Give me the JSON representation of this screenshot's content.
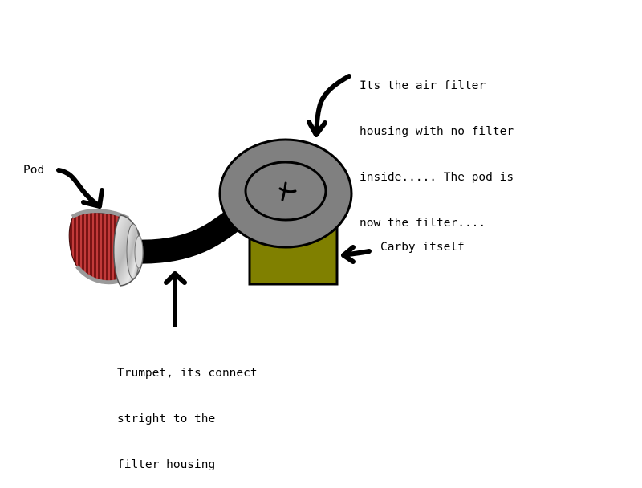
{
  "labels": {
    "pod": "Pod",
    "housing": [
      "Its the air filter",
      "housing with no filter",
      "inside..... The pod is",
      "now the filter...."
    ],
    "carby": "Carby itself",
    "trumpet": [
      "Trumpet, its connect",
      "stright to the",
      "filter housing"
    ]
  },
  "colors": {
    "background": "#ffffff",
    "ink": "#000000",
    "housing_fill": "#808080",
    "carby_fill": "#808000",
    "filter_media": "#8c1a1a",
    "chrome": "#c4c4c4"
  }
}
